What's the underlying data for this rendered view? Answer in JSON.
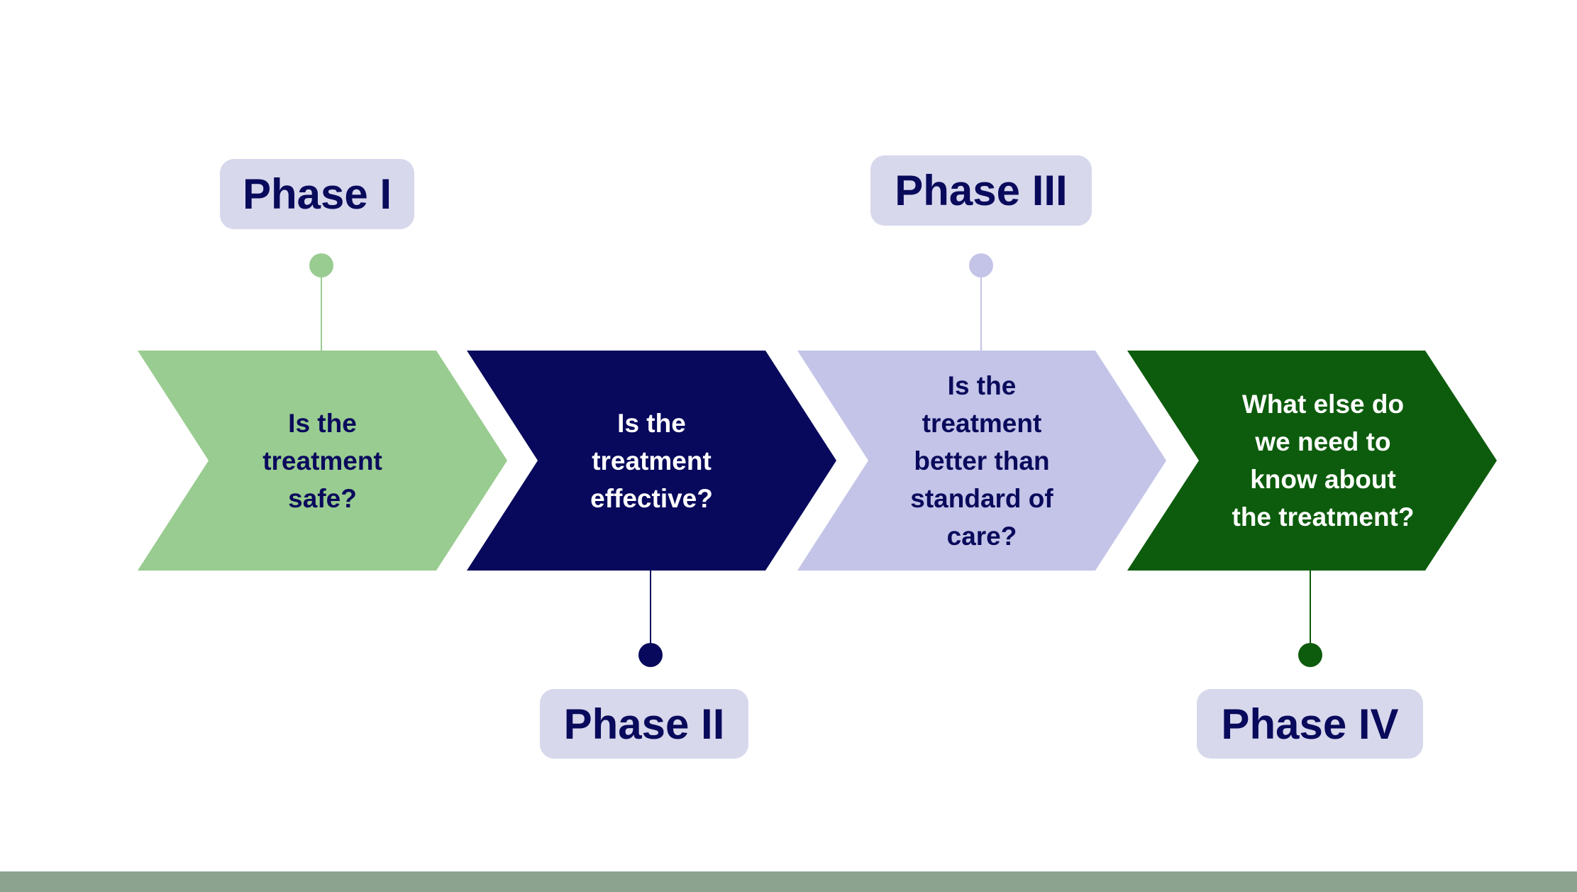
{
  "phases": [
    {
      "label": "Phase I",
      "question": "Is the\ntreatment\nsafe?",
      "chevron_color": "#99cc90",
      "text_color": "#0a0a5c",
      "connector_color": "#99cc90",
      "label_position": "above"
    },
    {
      "label": "Phase II",
      "question": "Is the\ntreatment\neffective?",
      "chevron_color": "#08095c",
      "text_color": "#ffffff",
      "connector_color": "#08095c",
      "label_position": "below"
    },
    {
      "label": "Phase III",
      "question": "Is the\ntreatment\nbetter than\nstandard of\ncare?",
      "chevron_color": "#c3c4e7",
      "text_color": "#0a0a5c",
      "connector_color": "#c3c4e7",
      "label_position": "above"
    },
    {
      "label": "Phase IV",
      "question": "What else do\nwe need to\nknow about\nthe treatment?",
      "chevron_color": "#0d5c0d",
      "text_color": "#ffffff",
      "connector_color": "#0d5c0d",
      "label_position": "below"
    }
  ],
  "colors": {
    "label_background": "#d7d8ec",
    "label_text": "#0a0a5c",
    "footer_bar": "#8ca390"
  }
}
